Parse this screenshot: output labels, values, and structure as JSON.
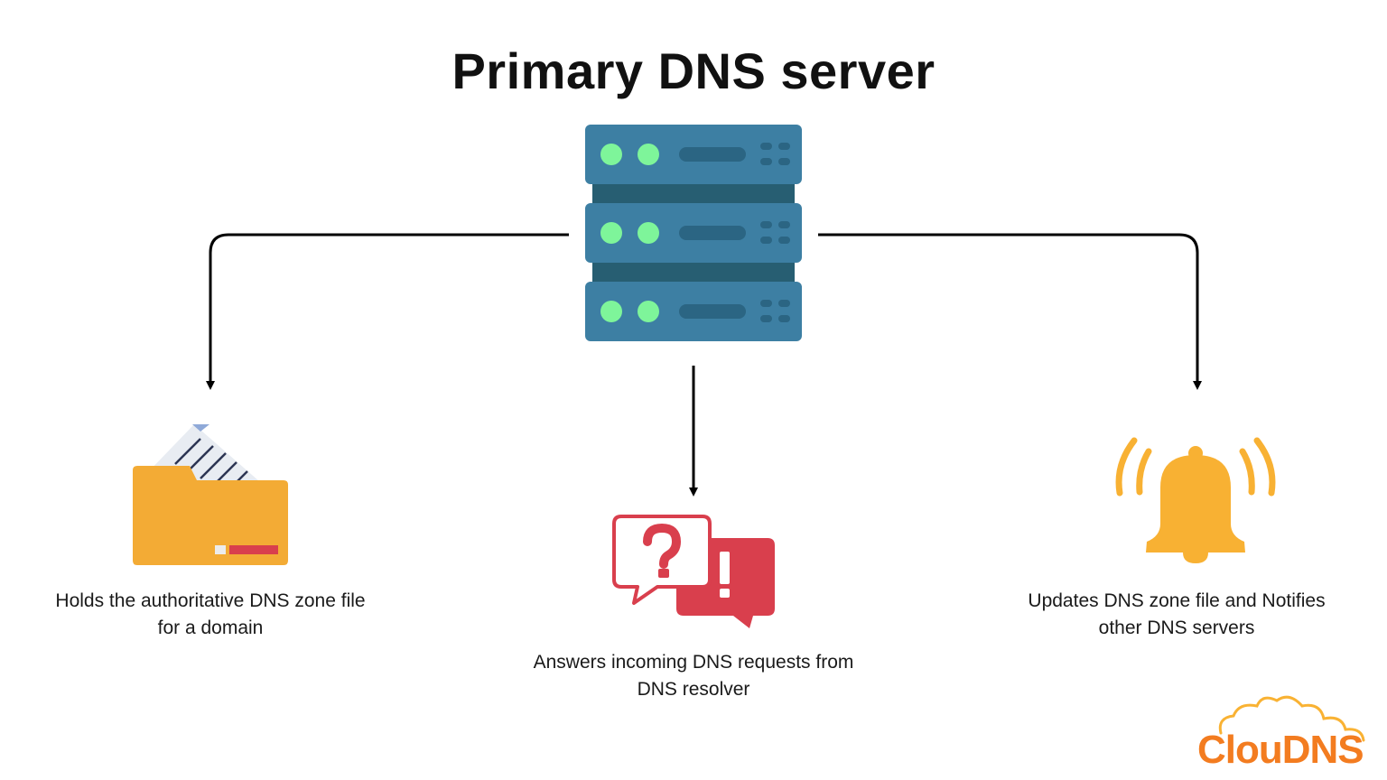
{
  "title": "Primary DNS server",
  "captions": {
    "left": [
      "Holds the authoritative DNS zone file",
      "for a domain"
    ],
    "center": [
      "Answers incoming DNS requests from",
      "DNS resolver"
    ],
    "right": [
      "Updates DNS zone file and Notifies",
      "other DNS servers"
    ]
  },
  "icons": {
    "server": "server-rack-icon",
    "left": "folder-document-icon",
    "center": "question-exclamation-chat-icon",
    "right": "ringing-bell-icon"
  },
  "logo": {
    "text": "ClouDNS",
    "color": "#f37c20"
  },
  "colors": {
    "server": "#3d7fa3",
    "server_dark": "#275e72",
    "led": "#7ef59a",
    "folder": "#f3ab35",
    "chat_red": "#d93f4d",
    "bell": "#f8b133"
  }
}
